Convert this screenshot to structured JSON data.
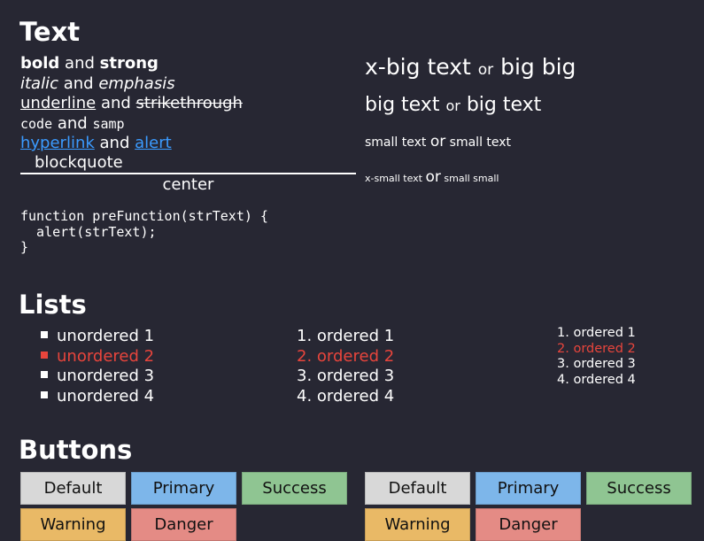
{
  "text_section": {
    "heading": "Text",
    "bold": "bold",
    "and1": "and",
    "strong": "strong",
    "italic": "italic",
    "and2": "and",
    "emphasis": "emphasis",
    "underline": "underline",
    "and3": "and",
    "strikethrough": "strikethrough",
    "code": "code",
    "and4": "and",
    "samp": "samp",
    "hyperlink": "hyperlink",
    "and5": "and",
    "alert": "alert",
    "blockquote": "blockquote",
    "center": "center",
    "code_block": "function preFunction(strText) {\n  alert(strText);\n}",
    "xbig_a": "x-big text",
    "or1": "or",
    "xbig_b": "big big",
    "big_a": "big text",
    "or2": "or",
    "big_b": "big text",
    "small_a": "small text",
    "or3": "or",
    "small_b": "small text",
    "xsmall_a": "x-small text",
    "or4": "or",
    "xsmall_b": "small small"
  },
  "lists_section": {
    "heading": "Lists",
    "unordered": [
      "unordered 1",
      "unordered 2",
      "unordered 3",
      "unordered 4"
    ],
    "ordered": [
      "ordered 1",
      "ordered 2",
      "ordered 3",
      "ordered 4"
    ],
    "ordered_small": [
      "ordered 1",
      "ordered 2",
      "ordered 3",
      "ordered 4"
    ],
    "highlight_color": "#e8453c"
  },
  "buttons_section": {
    "heading": "Buttons",
    "group1": {
      "default": "Default",
      "primary": "Primary",
      "success": "Success",
      "warning": "Warning",
      "danger": "Danger"
    },
    "group2": {
      "default": "Default",
      "primary": "Primary",
      "success": "Success",
      "warning": "Warning",
      "danger": "Danger"
    }
  }
}
